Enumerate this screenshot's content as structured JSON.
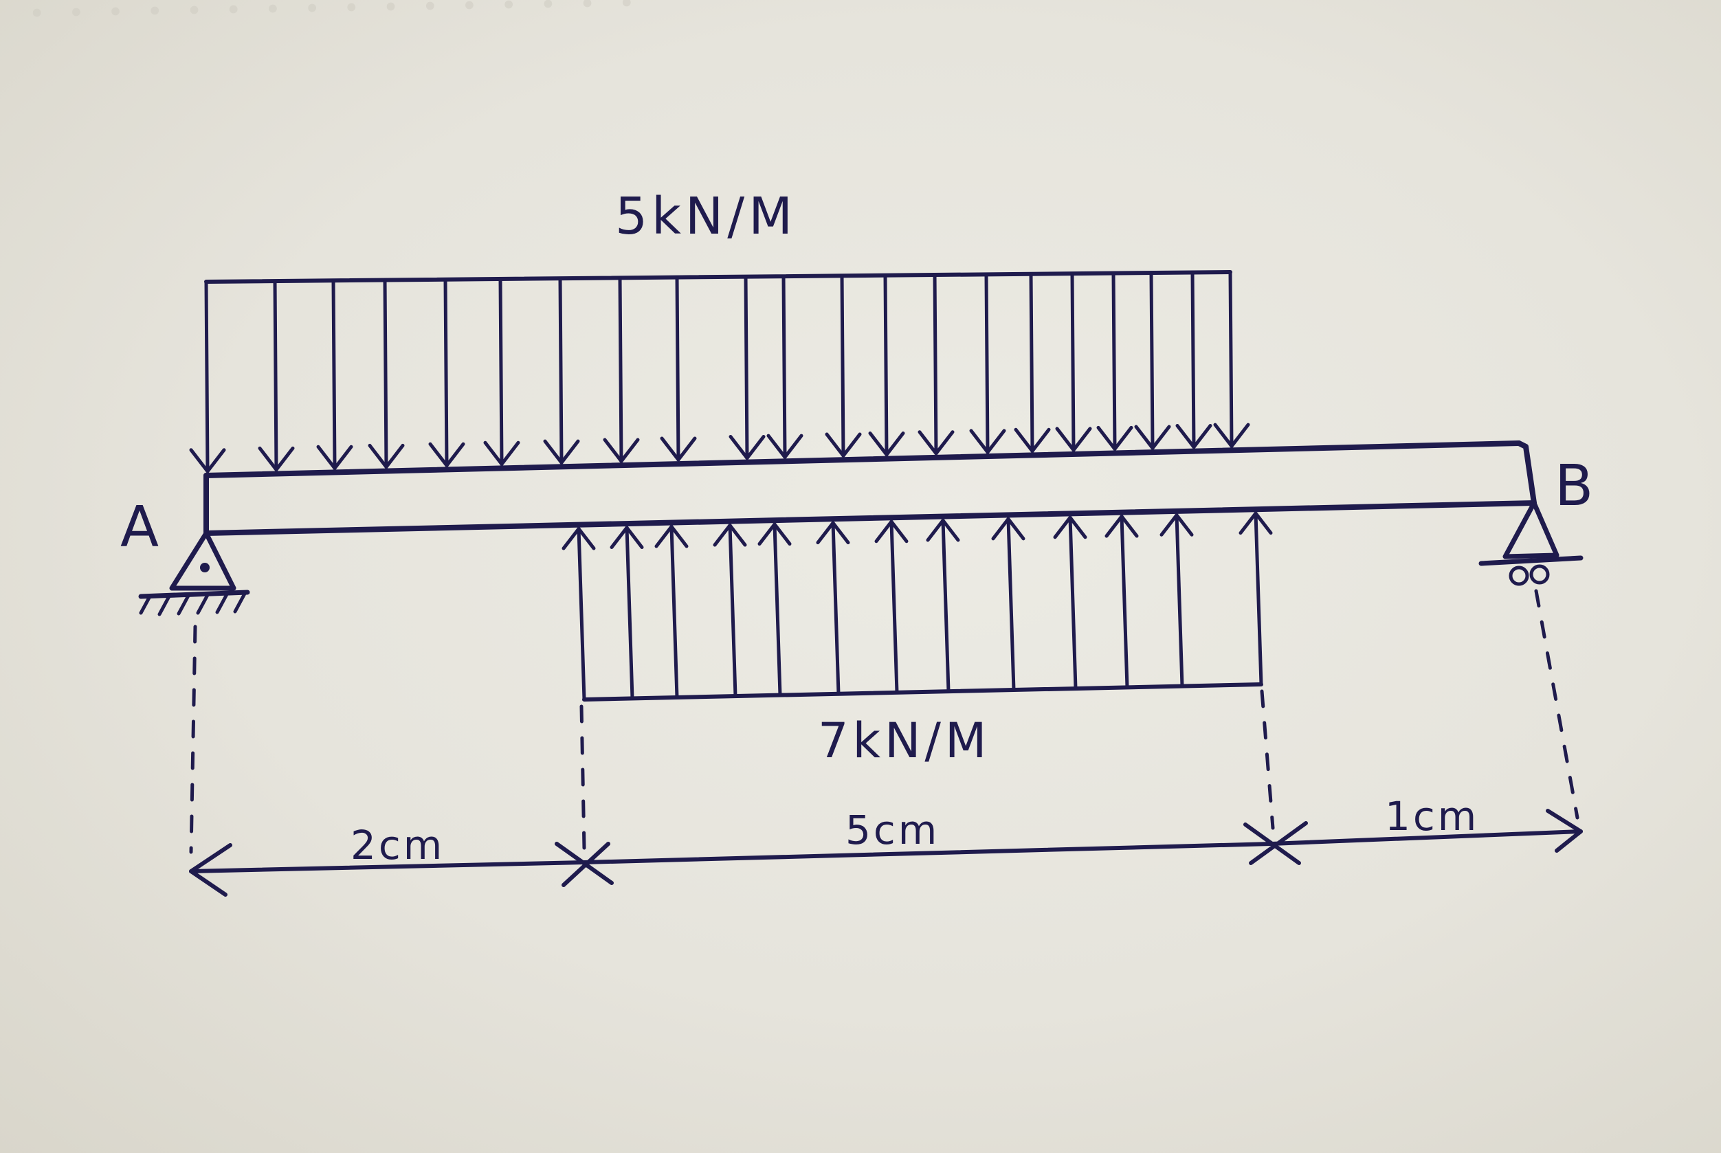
{
  "diagram": {
    "point_a_label": "A",
    "point_b_label": "B",
    "udl_top_label": "5kN/M",
    "udl_bottom_label": "7kN/M",
    "dimensions": {
      "seg1_label": "2cm",
      "seg2_label": "5cm",
      "seg3_label": "1cm"
    }
  },
  "colors": {
    "ink": "#1f1b4d",
    "paper": "#e6e4dc"
  }
}
